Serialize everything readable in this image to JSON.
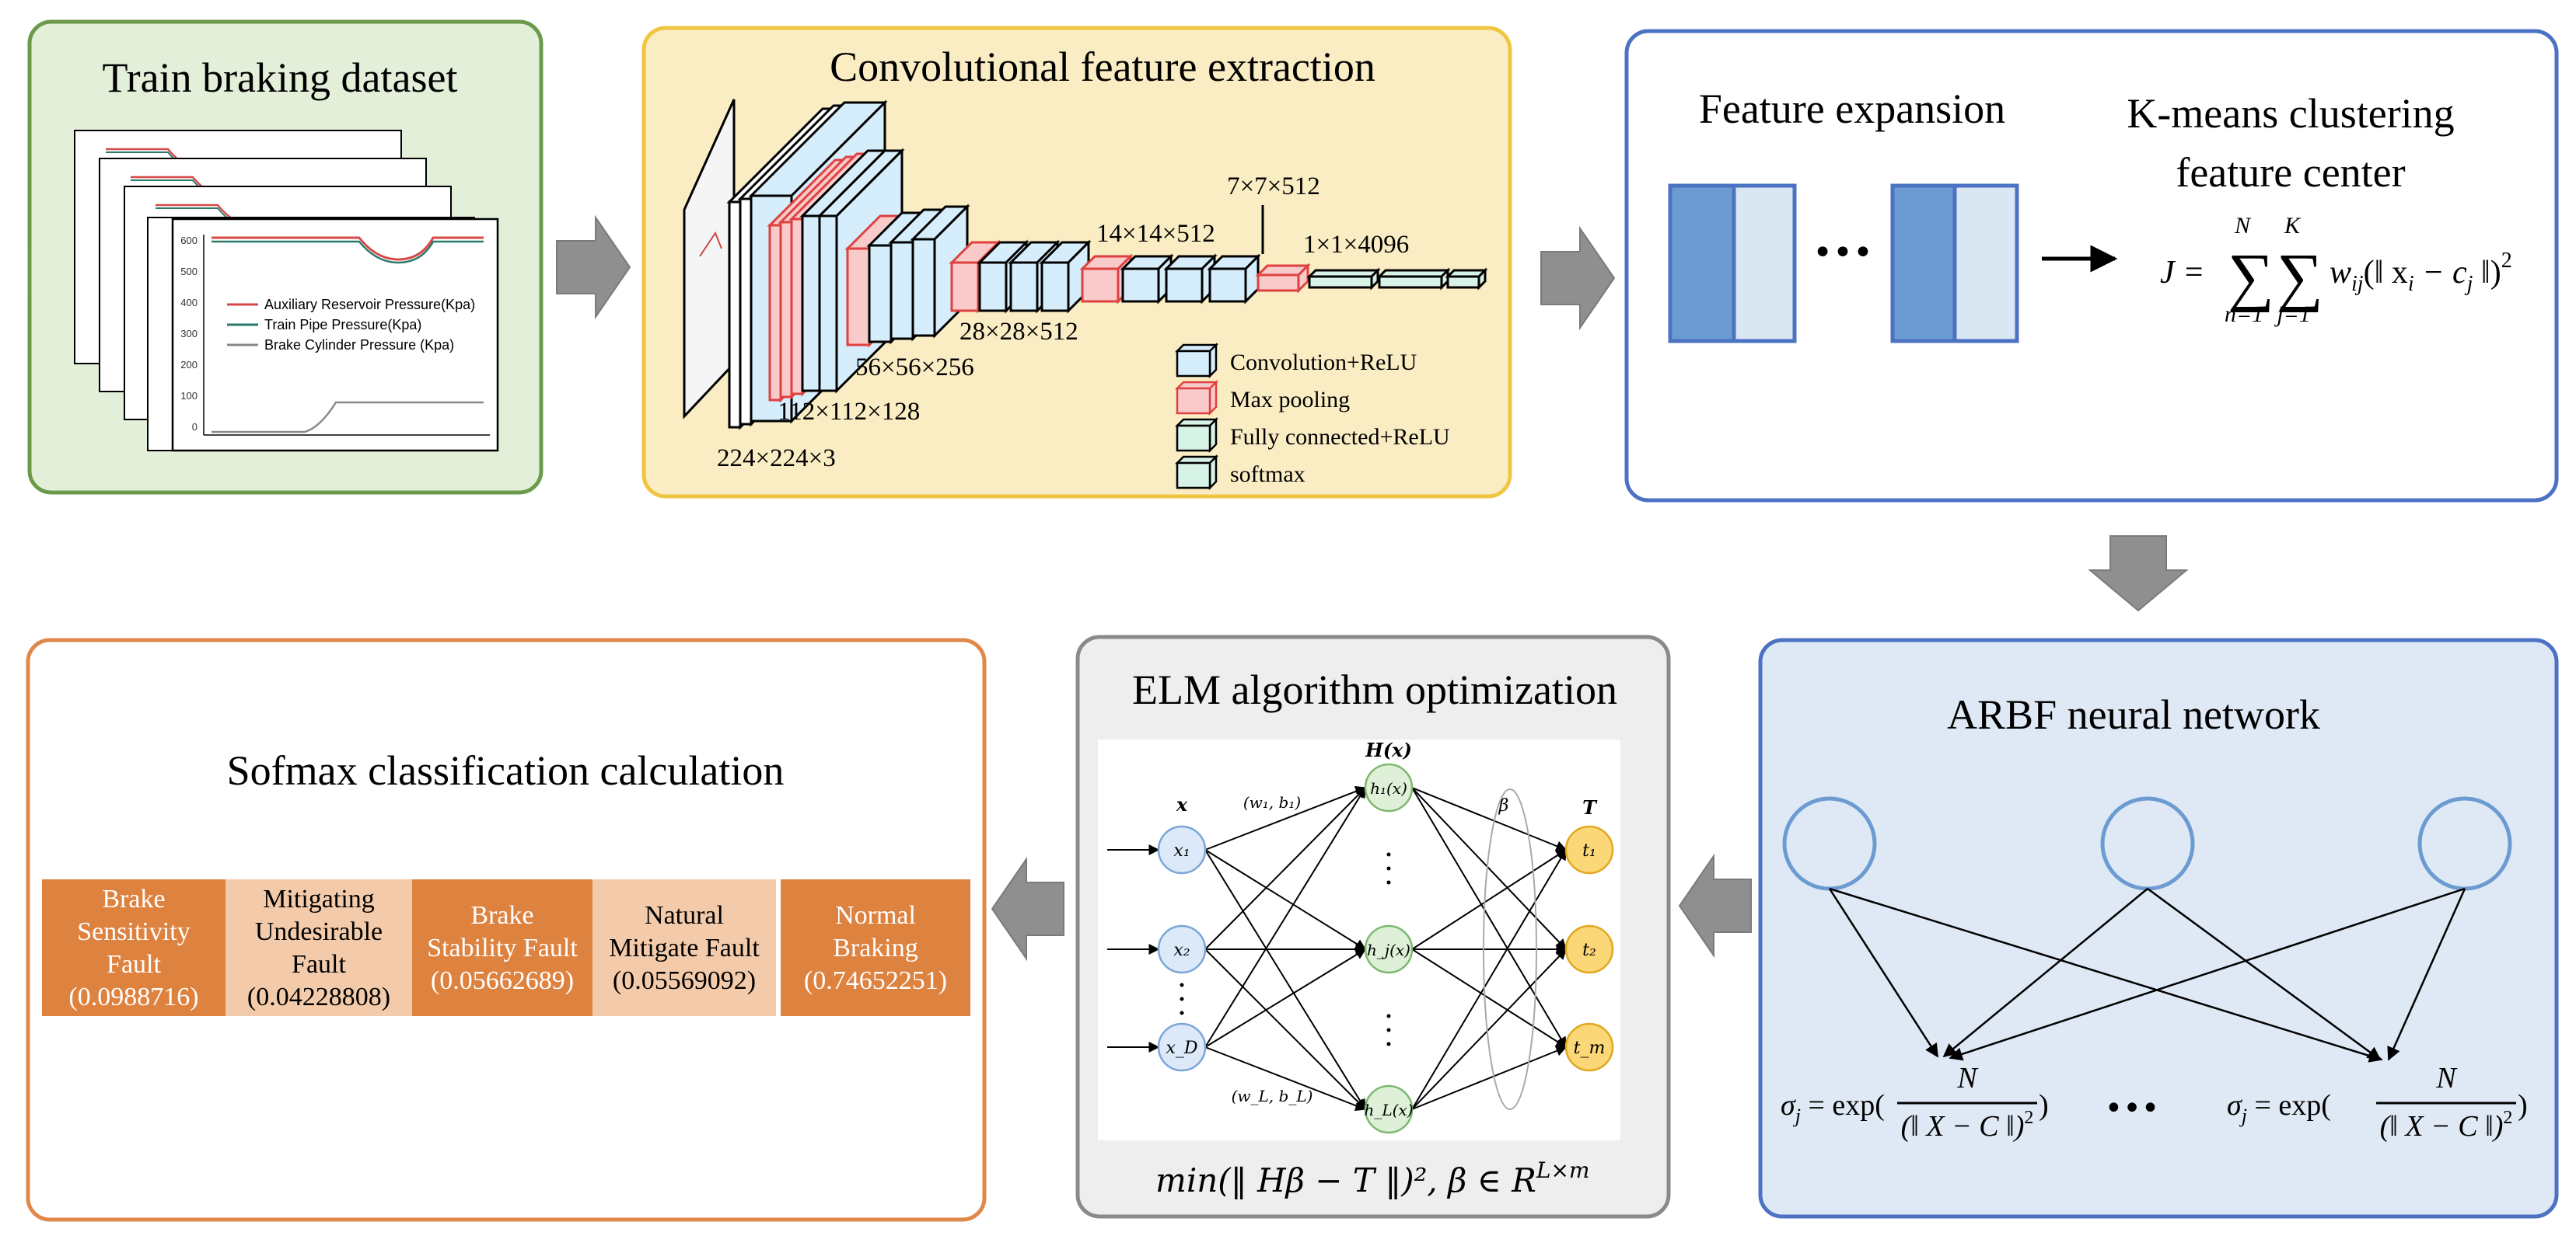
{
  "colors": {
    "green_border": "#6a9a4a",
    "green_fill": "#e3efd8",
    "yellow_border": "#f0c542",
    "yellow_fill": "#fbedc3",
    "blue_border": "#4c72c4",
    "blue_fill": "#dfe8f5",
    "orange_border": "#e0874a",
    "gray_border": "#8a8a8a",
    "gray_fill": "#eeeeee",
    "arrow": "#8f8f8f",
    "conv": "#d6eefb",
    "pool": "#f9caca",
    "fc": "#d7f2e6",
    "fault_dark": "#de8240",
    "fault_light": "#f3cbaa",
    "dark_blue": "#6b9bd1",
    "light_blue": "#dbe6f3",
    "neuron_green": "#dff0d8",
    "neuron_yellow": "#fbd777",
    "neuron_blue": "#dce9f8"
  },
  "dataset": {
    "title": "Train braking dataset",
    "legend": [
      "Auxiliary Reservoir Pressure(Kpa)",
      "Train Pipe Pressure(Kpa)",
      "Brake Cylinder Pressure (Kpa)"
    ],
    "yticks": [
      "600",
      "500",
      "400",
      "300",
      "200",
      "100",
      "0"
    ]
  },
  "cnn": {
    "title": "Convolutional feature extraction",
    "dims": [
      "224×224×3",
      "112×112×128",
      "56×56×256",
      "28×28×512",
      "14×14×512",
      "7×7×512",
      "1×1×4096"
    ],
    "legend": [
      "Convolution+ReLU",
      "Max pooling",
      "Fully connected+ReLU",
      "softmax"
    ]
  },
  "expansion": {
    "title": "Feature expansion",
    "ellipsis": "•••",
    "kmeans_title": [
      "K-means clustering",
      "feature center"
    ],
    "formula": {
      "lhs": "J = ",
      "sum1_top": "N",
      "sum1_bottom": "n=1",
      "sum2_top": "K",
      "sum2_bottom": "j=1",
      "body": "w",
      "body_sub": "ij",
      "body_rest": "(‖ x",
      "xi_sub": "i",
      "minus": " − c",
      "cj_sub": "j",
      "close": " ‖)",
      "power": "2"
    }
  },
  "arbf": {
    "title": "ARBF neural network",
    "ellipsis": "•••",
    "formula": {
      "sigma": "σ",
      "sub": "j",
      "eq": " = exp(",
      "num": "N",
      "den": "(‖ X − C ‖)",
      "den_pow": "2",
      "close": ")"
    }
  },
  "elm": {
    "title": "ELM algorithm optimization",
    "labels": {
      "hx": "H(x)",
      "x": "x",
      "t": "T",
      "beta": "β",
      "w1b1": "(w₁, b₁)",
      "wlbl": "(w_L, b_L)"
    },
    "inputs": [
      "x₁",
      "x₂",
      "x_D"
    ],
    "hidden": [
      "h₁(x)",
      "h_j(x)",
      "h_L(x)"
    ],
    "outputs": [
      "t₁",
      "t₂",
      "t_m"
    ],
    "formula": "min(‖ Hβ − T ‖)², β ∈ R",
    "formula_sup": "L×m"
  },
  "softmax": {
    "title": "Sofmax classification calculation",
    "cells": [
      {
        "lines": [
          "Brake",
          "Sensitivity",
          "Fault",
          "(0.0988716)"
        ],
        "dark": true
      },
      {
        "lines": [
          "Mitigating",
          "Undesirable",
          "Fault",
          "(0.04228808)"
        ],
        "dark": false
      },
      {
        "lines": [
          "Brake",
          "Stability Fault",
          "(0.05662689)"
        ],
        "dark": true
      },
      {
        "lines": [
          "Natural",
          "Mitigate Fault",
          "(0.05569092)"
        ],
        "dark": false
      },
      {
        "lines": [
          "Normal",
          "Braking",
          "(0.74652251)"
        ],
        "dark": true
      }
    ]
  }
}
